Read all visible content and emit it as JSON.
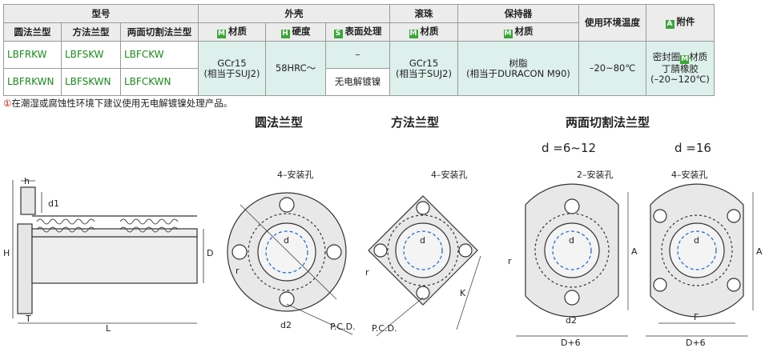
{
  "table": {
    "header_model": "型号",
    "header_shell": "外壳",
    "header_ball": "滚珠",
    "header_retainer": "保持器",
    "header_temp": "使用环境温度",
    "header_accessory_badge": "A",
    "header_accessory": "附件",
    "sub_round": "圆法兰型",
    "sub_square": "方法兰型",
    "sub_twocut": "两面切割法兰型",
    "sub_material_badge": "M",
    "sub_material": "材质",
    "sub_hardness_badge": "H",
    "sub_hardness": "硬度",
    "sub_surface_badge": "S",
    "sub_surface": "表面处理",
    "rows": [
      {
        "round": "LBFRKW",
        "square": "LBFSKW",
        "twocut": "LBFCKW"
      },
      {
        "round": "LBFRKWN",
        "square": "LBFSKWN",
        "twocut": "LBFCKWN"
      }
    ],
    "shell_material_1": "GCr15",
    "shell_material_2": "(相当于SUJ2)",
    "shell_hardness": "58HRC～",
    "surface_row1": "–",
    "surface_row2": "无电解镀镍",
    "ball_material_1": "GCr15",
    "ball_material_2": "(相当于SUJ2)",
    "retainer_1": "树脂",
    "retainer_2": "(相当于DURACON M90)",
    "temp": "–20~80℃",
    "accessory_1a": "密封圈",
    "accessory_1b": "材质",
    "accessory_2": "丁腈橡胶",
    "accessory_3": "(–20~120℃)"
  },
  "note_mark": "①",
  "note": "在潮湿或腐蚀性环境下建议使用无电解镀镍处理产品。",
  "drawings": {
    "label_round": "圆法兰型",
    "label_square": "方法兰型",
    "label_twocut": "两面切割法兰型",
    "size_small": "d =6~12",
    "size_large": "d =16",
    "holes_4": "4–安装孔",
    "holes_2": "2–安装孔",
    "dim_h": "h",
    "dim_d1": "d1",
    "dim_H": "H",
    "dim_D": "D",
    "dim_T": "T",
    "dim_L": "L",
    "dim_r": "r",
    "dim_d": "d",
    "dim_d2": "d2",
    "dim_pcd": "P.C.D.",
    "dim_K": "K",
    "dim_A": "A",
    "dim_F": "F",
    "dim_D6": "D+6"
  },
  "colors": {
    "model_text": "#1a8a1a",
    "badge": "#3aa63a",
    "shade": "#ddf0ec",
    "header": "#ececec"
  }
}
